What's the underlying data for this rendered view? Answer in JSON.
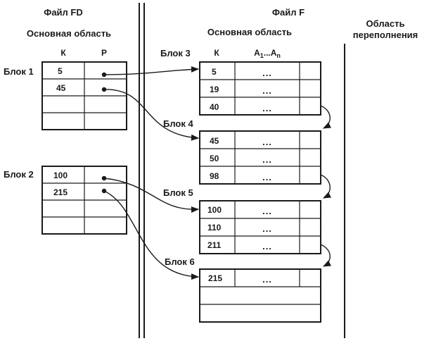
{
  "file_fd": {
    "title": "Файл FD",
    "area_title": "Основная область",
    "col_k": "К",
    "col_p": "Р",
    "blocks": [
      {
        "label": "Блок 1",
        "keys": [
          "5",
          "45",
          "",
          ""
        ]
      },
      {
        "label": "Блок 2",
        "keys": [
          "100",
          "215",
          "",
          ""
        ]
      }
    ]
  },
  "file_f": {
    "title": "Файл F",
    "area_title": "Основная область",
    "col_k": "К",
    "col_a_prefix": "A",
    "col_a_sub1": "1",
    "col_a_mid": "...A",
    "col_a_sub2": "n",
    "dots": "...",
    "blocks": [
      {
        "label": "Блок 3",
        "keys": [
          "5",
          "19",
          "40"
        ],
        "dots": [
          true,
          true,
          true
        ]
      },
      {
        "label": "Блок 4",
        "keys": [
          "45",
          "50",
          "98"
        ],
        "dots": [
          true,
          true,
          true
        ]
      },
      {
        "label": "Блок 5",
        "keys": [
          "100",
          "110",
          "211"
        ],
        "dots": [
          true,
          true,
          true
        ]
      },
      {
        "label": "Блок 6",
        "keys": [
          "215",
          "",
          ""
        ],
        "dots": [
          true,
          false,
          false
        ]
      }
    ]
  },
  "overflow": {
    "title_line1": "Область",
    "title_line2": "переполнения"
  },
  "links": [
    {
      "from": "Блок 1.5",
      "to": "Блок 3"
    },
    {
      "from": "Блок 1.45",
      "to": "Блок 4"
    },
    {
      "from": "Блок 2.100",
      "to": "Блок 5"
    },
    {
      "from": "Блок 2.215",
      "to": "Блок 6"
    },
    {
      "from": "Блок 3",
      "to": "Блок 4"
    },
    {
      "from": "Блок 4",
      "to": "Блок 5"
    },
    {
      "from": "Блок 5",
      "to": "Блок 6"
    }
  ]
}
